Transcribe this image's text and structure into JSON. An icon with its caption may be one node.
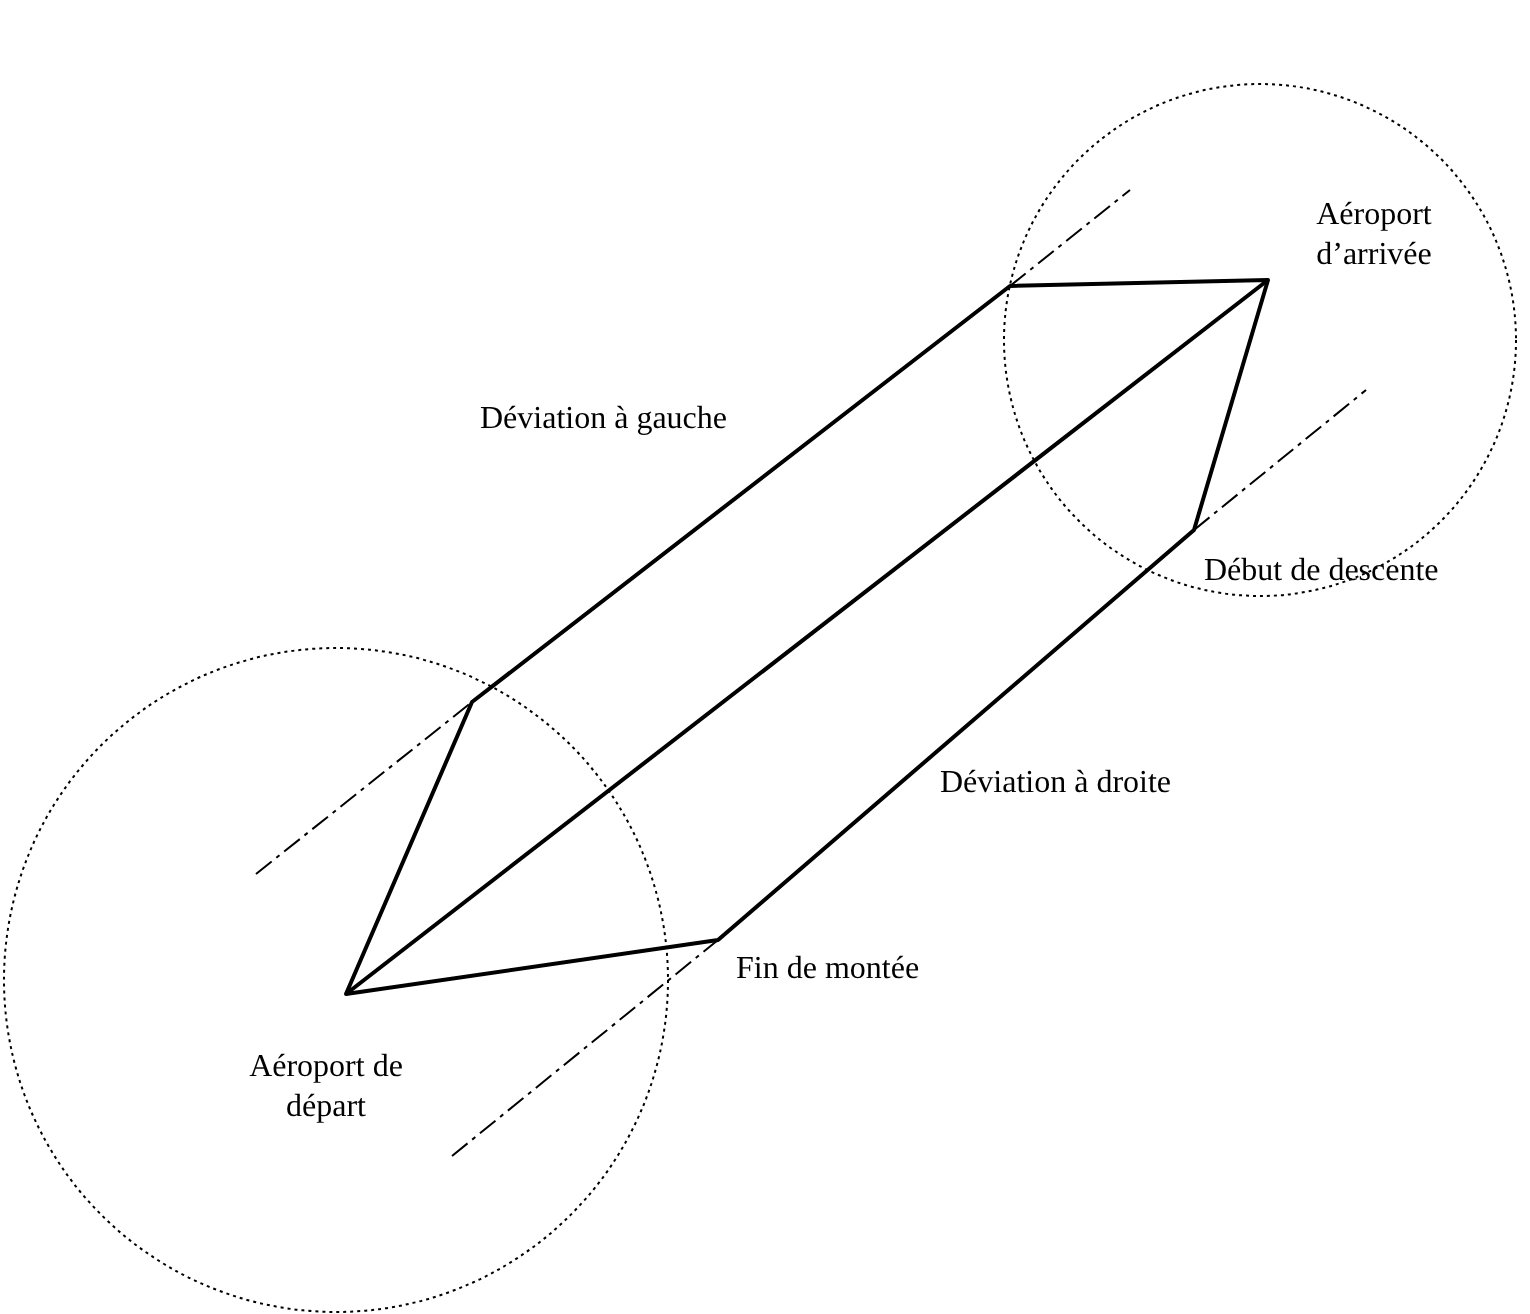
{
  "diagram": {
    "labels": [
      "Aéroport d’arrivée",
      "Déviation à gauche",
      "Début de descente",
      "Déviation à droite",
      "Fin de montée",
      "Aéroport de départ"
    ]
  }
}
